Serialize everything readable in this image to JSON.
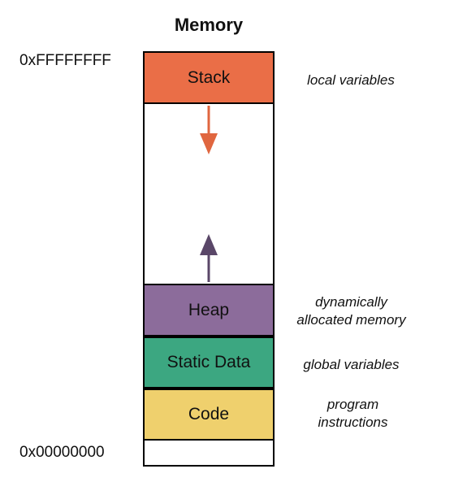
{
  "title": "Memory",
  "addresses": {
    "high": "0xFFFFFFFF",
    "low": "0x00000000"
  },
  "segments": {
    "stack": "Stack",
    "heap": "Heap",
    "static": "Static Data",
    "code": "Code"
  },
  "annotations": {
    "stack": "local variables",
    "heap_line1": "dynamically",
    "heap_line2": "allocated memory",
    "static": "global variables",
    "code_line1": "program",
    "code_line2": "instructions"
  },
  "colors": {
    "stack": "#ea6e47",
    "heap": "#8c6c9b",
    "static": "#3ca781",
    "code": "#efd06d",
    "stack_arrow": "#e0663f",
    "heap_arrow": "#5a4768"
  }
}
